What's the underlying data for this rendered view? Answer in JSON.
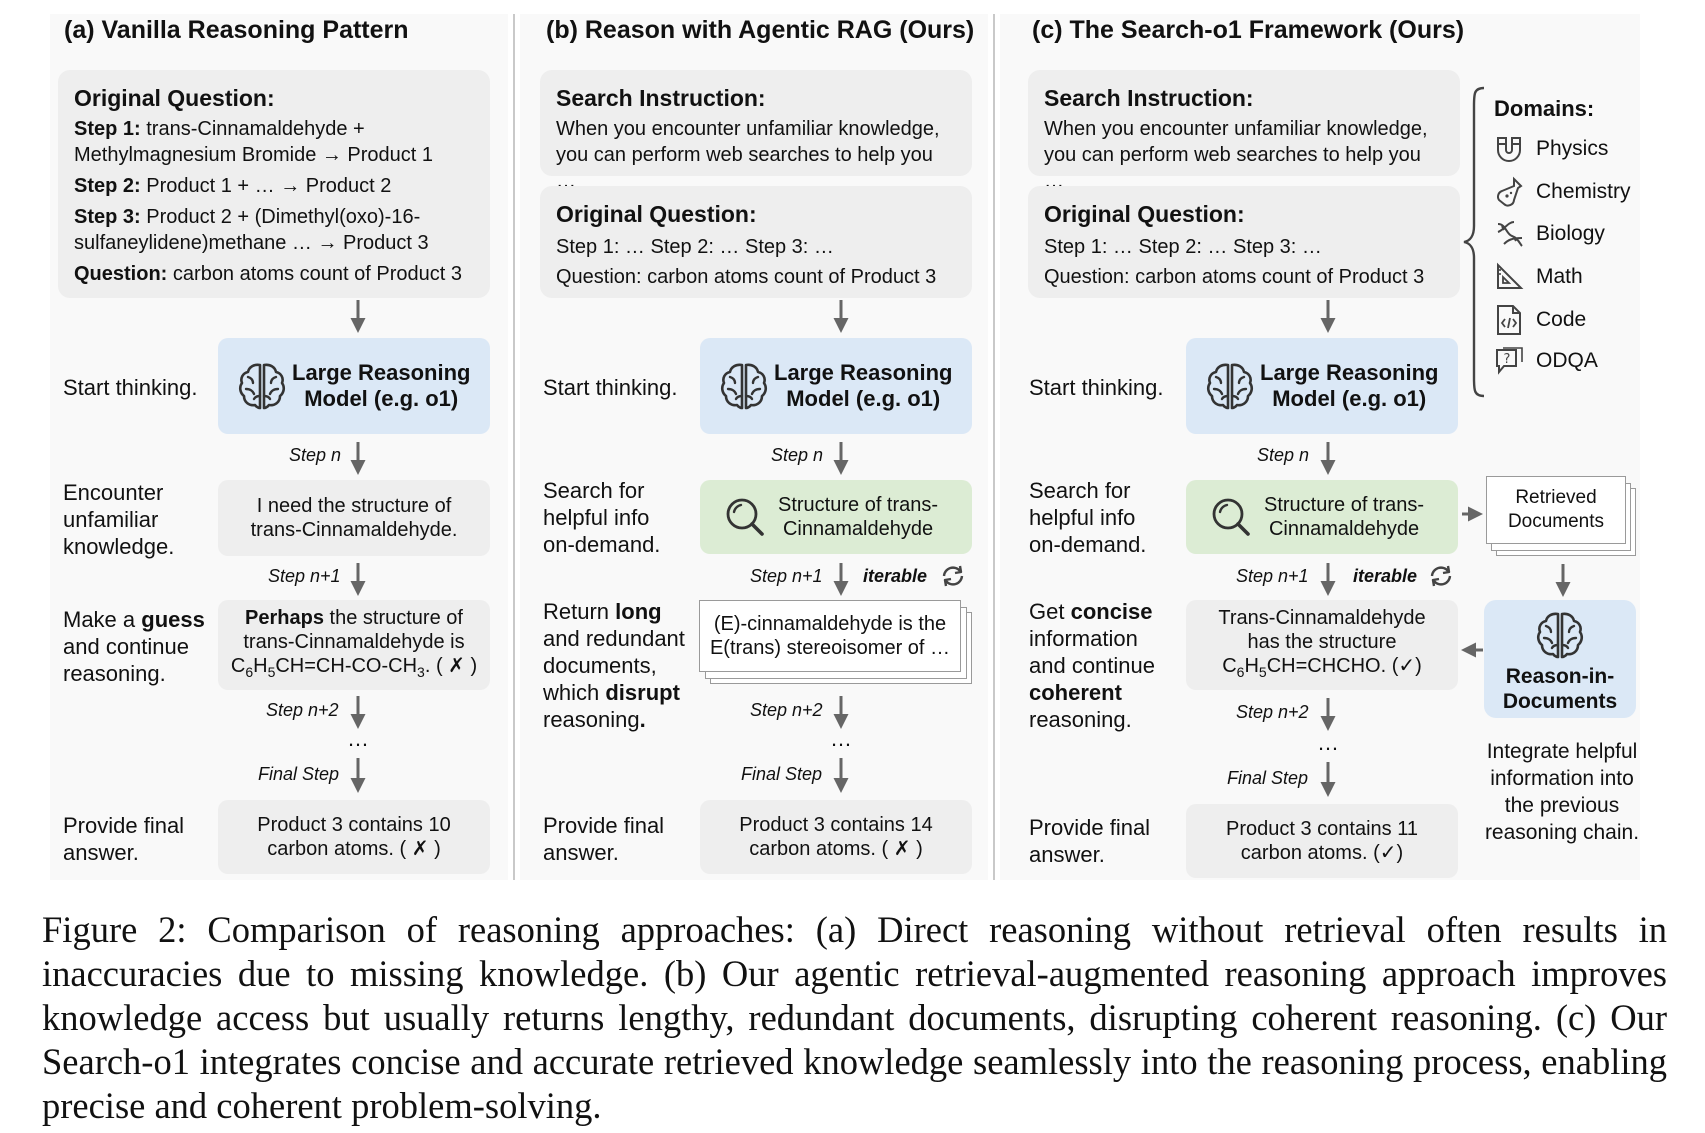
{
  "panel_a": {
    "title": "(a) Vanilla Reasoning Pattern",
    "question_title": "Original Question:",
    "step1_label": "Step 1:",
    "step1_text_l1": "trans-Cinnamaldehyde +",
    "step1_text_l2": "Methylmagnesium Bromide → Product 1",
    "step2_label": "Step 2:",
    "step2_text": "Product 1 + … → Product 2",
    "step3_label": "Step 3:",
    "step3_text_l1": "Product 2 + (Dimethyl(oxo)-16-",
    "step3_text_l2": "sulfaneylidene)methane … → Product 3",
    "question_label": "Question:",
    "question_text": "carbon atoms count of Product 3",
    "start_label": "Start thinking.",
    "lrm_l1": "Large Reasoning",
    "lrm_l2": "Model (e.g. o1)",
    "step_n": "Step n",
    "encounter_l1": "Encounter",
    "encounter_l2": "unfamiliar",
    "encounter_l3": "knowledge.",
    "need_l1": "I need the structure of",
    "need_l2": "trans-Cinnamaldehyde.",
    "step_n1": "Step n+1",
    "guess_l1a": "Make a ",
    "guess_l1b": "guess",
    "guess_l2": "and continue",
    "guess_l3": "reasoning.",
    "perhaps_bold": "Perhaps",
    "perhaps_rest": " the structure of",
    "perhaps_l2": "trans-Cinnamaldehyde is",
    "formula": "C6H5CH=CH-CO-CH3. ( ✗ )",
    "step_n2": "Step n+2",
    "ellipsis": "…",
    "final_step": "Final Step",
    "provide_l1": "Provide final",
    "provide_l2": "answer.",
    "answer_l1": "Product 3 contains 10",
    "answer_l2": "carbon atoms. ( ✗ )"
  },
  "panel_b": {
    "title": "(b) Reason with Agentic RAG (Ours)",
    "search_instr_title": "Search Instruction:",
    "search_instr_l1": "When you encounter unfamiliar knowledge,",
    "search_instr_l2": "you can perform web searches to help you …",
    "question_title": "Original Question:",
    "steps_line": "Step 1: … Step 2: … Step 3: …",
    "question_line": "Question: carbon atoms count of Product 3",
    "start_label": "Start thinking.",
    "lrm_l1": "Large Reasoning",
    "lrm_l2": "Model (e.g. o1)",
    "step_n": "Step n",
    "search_l1": "Search for",
    "search_l2": "helpful info",
    "search_l3": "on-demand.",
    "query_l1": "Structure of trans-",
    "query_l2": "Cinnamaldehyde",
    "step_n1": "Step n+1",
    "iterable": "iterable",
    "ret_l1a": "Return ",
    "ret_l1b": "long",
    "ret_l2": "and redundant",
    "ret_l3": "documents,",
    "ret_l4a": "which ",
    "ret_l4b": "disrupt",
    "ret_l5a": "reasoning",
    "ret_l5b": ".",
    "doc_l1": "(E)-cinnamaldehyde is the",
    "doc_l2": "E(trans) stereoisomer of …",
    "step_n2": "Step n+2",
    "ellipsis": "…",
    "final_step": "Final Step",
    "provide_l1": "Provide final",
    "provide_l2": "answer.",
    "answer_l1": "Product 3 contains 14",
    "answer_l2": "carbon atoms. ( ✗ )"
  },
  "panel_c": {
    "title": "(c) The Search-o1 Framework (Ours)",
    "search_instr_title": "Search Instruction:",
    "search_instr_l1": "When you encounter unfamiliar knowledge,",
    "search_instr_l2": "you can perform web searches to help you …",
    "question_title": "Original Question:",
    "steps_line": "Step 1: … Step 2: … Step 3: …",
    "question_line": "Question: carbon atoms count of Product 3",
    "start_label": "Start thinking.",
    "lrm_l1": "Large Reasoning",
    "lrm_l2": "Model (e.g. o1)",
    "step_n": "Step n",
    "search_l1": "Search for",
    "search_l2": "helpful info",
    "search_l3": "on-demand.",
    "query_l1": "Structure of trans-",
    "query_l2": "Cinnamaldehyde",
    "step_n1": "Step n+1",
    "iterable": "iterable",
    "get_l1a": "Get ",
    "get_l1b": "concise",
    "get_l2": "information",
    "get_l3": "and continue",
    "get_l4": "coherent",
    "get_l5": "reasoning.",
    "trans_l1": "Trans-Cinnamaldehyde",
    "trans_l2": "has the structure",
    "formula": "C6H5CH=CHCHO. (✓)",
    "step_n2": "Step n+2",
    "ellipsis": "…",
    "final_step": "Final Step",
    "provide_l1": "Provide final",
    "provide_l2": "answer.",
    "answer_l1": "Product 3 contains 11",
    "answer_l2": "carbon atoms. (✓)",
    "retrieved_l1": "Retrieved",
    "retrieved_l2": "Documents",
    "rid_l1": "Reason-in-",
    "rid_l2": "Documents",
    "integrate_l1": "Integrate helpful",
    "integrate_l2": "information into",
    "integrate_l3": "the previous",
    "integrate_l4": "reasoning chain.",
    "domains_title": "Domains:",
    "domains": [
      {
        "label": "Physics",
        "icon": "magnet-icon"
      },
      {
        "label": "Chemistry",
        "icon": "flask-icon"
      },
      {
        "label": "Biology",
        "icon": "dna-icon"
      },
      {
        "label": "Math",
        "icon": "ruler-icon"
      },
      {
        "label": "Code",
        "icon": "code-file-icon"
      },
      {
        "label": "ODQA",
        "icon": "question-bubble-icon"
      }
    ]
  },
  "colors": {
    "lrm_blue": "#dbe8f6",
    "search_green": "#dcecd4",
    "box_gray": "#eeeeee",
    "arrow_gray": "#666666"
  },
  "caption": "Figure 2: Comparison of reasoning approaches: (a) Direct reasoning without retrieval often results in inaccuracies due to missing knowledge. (b) Our agentic retrieval-augmented reasoning approach improves knowledge access but usually returns lengthy, redundant documents, disrupting coherent reasoning. (c) Our Search-o1 integrates concise and accurate retrieved knowledge seamlessly into the reasoning process, enabling precise and coherent problem-solving."
}
